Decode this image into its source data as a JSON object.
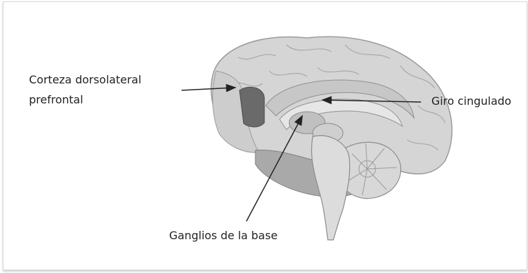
{
  "figure": {
    "labels": {
      "dlpfc_line1": "Corteza dorsolateral",
      "dlpfc_line2": "prefrontal",
      "cingulate": "Giro cingulado",
      "basal_ganglia": "Ganglios de la base"
    },
    "colors": {
      "brain_light": "#d3d3d3",
      "brain_mid": "#a9a9a9",
      "dlpfc_region": "#6a6a6a",
      "arrow": "#222222",
      "text": "#222222"
    }
  }
}
